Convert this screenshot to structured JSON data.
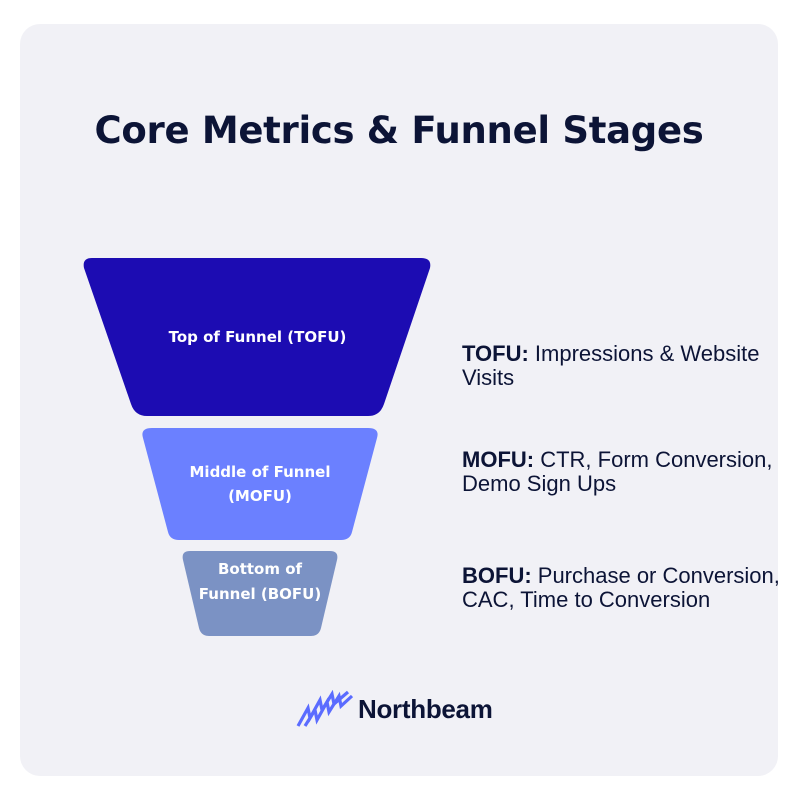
{
  "title": "Core Metrics & Funnel Stages",
  "stages": [
    {
      "label": "Top of Funnel (TOFU)",
      "color": "#1c0cb2",
      "metric_key": "TOFU:",
      "metric_text": " Impressions & Website Visits"
    },
    {
      "label": "Middle of Funnel (MOFU)",
      "color": "#6b80ff",
      "metric_key": "MOFU:",
      "metric_text": " CTR, Form Conversion, Demo Sign Ups"
    },
    {
      "label": "Bottom of Funnel (BOFU)",
      "color": "#7b92c4",
      "metric_key": "BOFU:",
      "metric_text": " Purchase or Conversion, CAC, Time to Conversion"
    }
  ],
  "brand": {
    "name": "Northbeam",
    "icon": "northbeam-logo-icon",
    "icon_color": "#5b6cff"
  },
  "colors": {
    "background": "#f1f1f6",
    "text": "#0c1436"
  }
}
